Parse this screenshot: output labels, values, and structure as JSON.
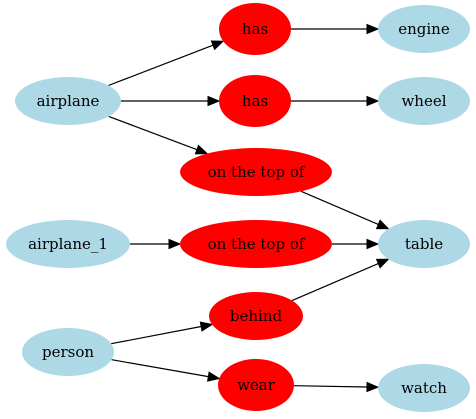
{
  "colors": {
    "object": "#add8e6",
    "relation": "#ff0000",
    "edge": "#000000",
    "text": "#000000"
  },
  "nodes": [
    {
      "id": "airplane",
      "label": "airplane",
      "kind": "object"
    },
    {
      "id": "airplane_1",
      "label": "airplane_1",
      "kind": "object"
    },
    {
      "id": "person",
      "label": "person",
      "kind": "object"
    },
    {
      "id": "has_1",
      "label": "has",
      "kind": "relation"
    },
    {
      "id": "has_2",
      "label": "has",
      "kind": "relation"
    },
    {
      "id": "on_top_1",
      "label": "on the top of",
      "kind": "relation"
    },
    {
      "id": "on_top_2",
      "label": "on the top of",
      "kind": "relation"
    },
    {
      "id": "behind",
      "label": "behind",
      "kind": "relation"
    },
    {
      "id": "wear",
      "label": "wear",
      "kind": "relation"
    },
    {
      "id": "engine",
      "label": "engine",
      "kind": "object"
    },
    {
      "id": "wheel",
      "label": "wheel",
      "kind": "object"
    },
    {
      "id": "table",
      "label": "table",
      "kind": "object"
    },
    {
      "id": "watch",
      "label": "watch",
      "kind": "object"
    }
  ],
  "edges": [
    {
      "from": "airplane",
      "to": "has_1"
    },
    {
      "from": "has_1",
      "to": "engine"
    },
    {
      "from": "airplane",
      "to": "has_2"
    },
    {
      "from": "has_2",
      "to": "wheel"
    },
    {
      "from": "airplane",
      "to": "on_top_1"
    },
    {
      "from": "on_top_1",
      "to": "table"
    },
    {
      "from": "airplane_1",
      "to": "on_top_2"
    },
    {
      "from": "on_top_2",
      "to": "table"
    },
    {
      "from": "person",
      "to": "behind"
    },
    {
      "from": "behind",
      "to": "table"
    },
    {
      "from": "person",
      "to": "wear"
    },
    {
      "from": "wear",
      "to": "watch"
    }
  ]
}
